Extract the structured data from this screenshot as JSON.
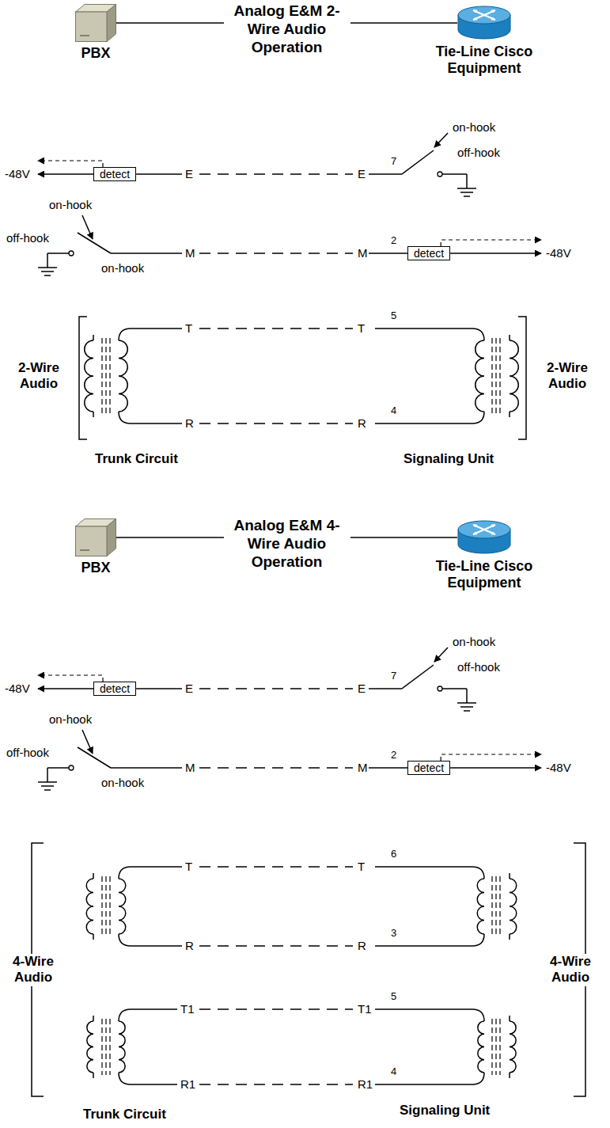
{
  "diagram": {
    "nodes": [
      {
        "text": [
          "PBX"
        ]
      },
      {
        "text": [
          "Tie-Line Cisco Equipment"
        ]
      },
      {
        "text": [
          "detect"
        ]
      },
      {
        "text": [
          "detect"
        ]
      },
      {
        "text": [
          "PBX"
        ]
      },
      {
        "text": [
          "Tie-Line Cisco Equipment"
        ]
      },
      {
        "text": [
          "detect"
        ]
      },
      {
        "text": [
          "detect"
        ]
      }
    ],
    "edges": [
      {
        "from": 0,
        "to": 1,
        "arrow": "none",
        "label": "Analog E&M 2-Wire Audio Operation"
      },
      {
        "from": 4,
        "to": 5,
        "arrow": "none",
        "label": "Analog E&M 4-Wire Audio Operation"
      }
    ],
    "labels": [
      "-48V",
      "E",
      "E",
      "7",
      "on-hook",
      "off-hook",
      "on-hook",
      "off-hook",
      "M",
      "on-hook",
      "M",
      "2",
      "-48V",
      "2-Wire Audio",
      "T",
      "T",
      "5",
      "R",
      "R",
      "4",
      "2-Wire Audio",
      "Trunk Circuit",
      "Signaling Unit",
      "-48V",
      "E",
      "E",
      "7",
      "on-hook",
      "off-hook",
      "on-hook",
      "off-hook",
      "M",
      "on-hook",
      "M",
      "2",
      "-48V",
      "4-Wire Audio",
      "T",
      "T",
      "6",
      "R",
      "R",
      "3",
      "T1",
      "T1",
      "5",
      "R1",
      "R1",
      "4",
      "4-Wire Audio",
      "Trunk Circuit",
      "Signaling Unit"
    ]
  }
}
